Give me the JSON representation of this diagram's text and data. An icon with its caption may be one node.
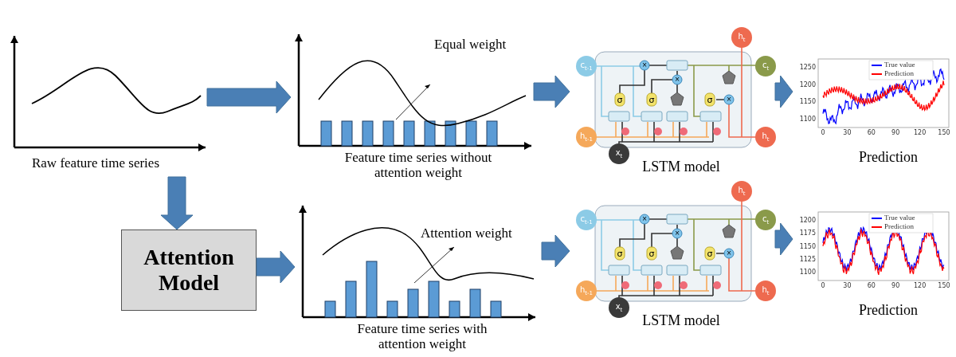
{
  "diagram": {
    "nodes": [
      {
        "text": [
          "Raw feature time series"
        ]
      },
      {
        "text": [
          "Equal weight",
          "Feature time series without attention weight"
        ]
      },
      {
        "text": [
          "LSTM model"
        ]
      },
      {
        "text": [
          "Prediction"
        ]
      },
      {
        "text": [
          "Attention Model"
        ]
      },
      {
        "text": [
          "Attention weight",
          "Feature time series with attention weight"
        ]
      },
      {
        "text": [
          "LSTM model"
        ]
      },
      {
        "text": [
          "Prediction"
        ]
      }
    ],
    "edges": [
      {
        "from": 0,
        "to": 1,
        "arrow": "to"
      },
      {
        "from": 1,
        "to": 2,
        "arrow": "to"
      },
      {
        "from": 2,
        "to": 3,
        "arrow": "to"
      },
      {
        "from": 0,
        "to": 4,
        "arrow": "to"
      },
      {
        "from": 4,
        "to": 5,
        "arrow": "to"
      },
      {
        "from": 5,
        "to": 6,
        "arrow": "to"
      },
      {
        "from": 6,
        "to": 7,
        "arrow": "to"
      }
    ],
    "labels": [
      "c$_{t-1}$",
      "h$_{t-1}$",
      "x$_{t}$",
      "h$_{t}$",
      "c$_{t}$",
      "h$_{t}$",
      "σ",
      "σ",
      "σ",
      "×",
      "×",
      "×",
      "c$_{t-1}$",
      "h$_{t-1}$",
      "x$_{t}$",
      "h$_{t}$",
      "c$_{t}$",
      "h$_{t}$",
      "σ",
      "σ",
      "σ",
      "×",
      "×",
      "×",
      "1100",
      "1150",
      "1200",
      "1250",
      "0",
      "30",
      "60",
      "90",
      "120",
      "150",
      "1100",
      "1125",
      "1150",
      "1175",
      "1200",
      "0",
      "30",
      "60",
      "90",
      "120",
      "150"
    ],
    "legend": [
      {
        "text": "True value"
      },
      {
        "text": "Prediction"
      },
      {
        "text": "True value"
      },
      {
        "text": "Prediction"
      }
    ]
  }
}
